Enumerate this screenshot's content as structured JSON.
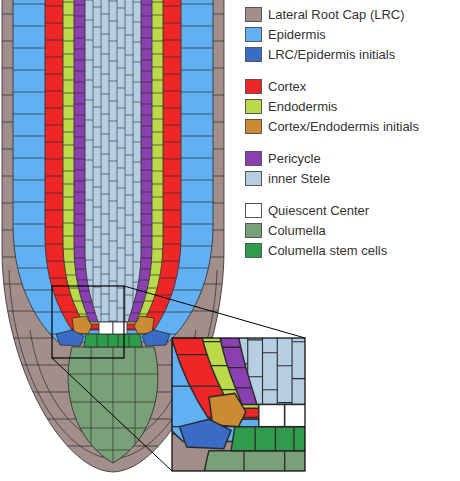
{
  "diagram": {
    "legend": [
      {
        "text": "Lateral Root Cap (LRC)",
        "color": "#a28e8b"
      },
      {
        "text": "Epidermis",
        "color": "#62b0f4"
      },
      {
        "text": "LRC/Epidermis initials",
        "color": "#3a6cc6"
      },
      {
        "text": "Cortex",
        "color": "#ee2626"
      },
      {
        "text": "Endodermis",
        "color": "#bada4a"
      },
      {
        "text": "Cortex/Endodermis initials",
        "color": "#cc8a32"
      },
      {
        "text": "Pericycle",
        "color": "#8a40b0"
      },
      {
        "text": "inner Stele",
        "color": "#b6cee2"
      },
      {
        "text": "Quiescent Center",
        "color": "#ffffff"
      },
      {
        "text": "Columella",
        "color": "#78a178"
      },
      {
        "text": "Columella stem cells",
        "color": "#2f9c4b"
      }
    ]
  }
}
